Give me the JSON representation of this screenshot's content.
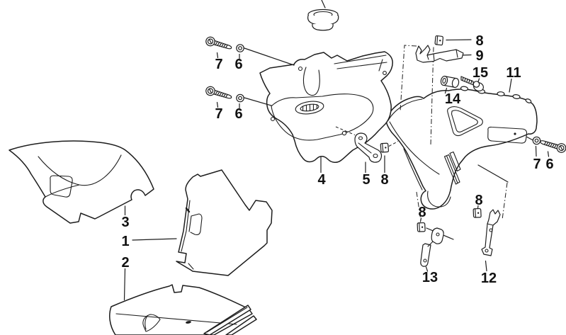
{
  "diagram": {
    "type": "exploded-parts-diagram",
    "colors": {
      "background": "#ffffff",
      "line": "#1d1d1d",
      "text": "#111111"
    },
    "callouts": [
      {
        "id": "screw-upper-left",
        "label": "7"
      },
      {
        "id": "washer-upper-left",
        "label": "6"
      },
      {
        "id": "screw-lower-left",
        "label": "7"
      },
      {
        "id": "washer-lower-left",
        "label": "6"
      },
      {
        "id": "center-heat-shield",
        "label": "4"
      },
      {
        "id": "small-bracket",
        "label": "5"
      },
      {
        "id": "clip-center",
        "label": "8"
      },
      {
        "id": "clip-nut-top",
        "label": "8"
      },
      {
        "id": "top-bracket",
        "label": "9"
      },
      {
        "id": "screw-with-washer",
        "label": "15"
      },
      {
        "id": "right-side-panel",
        "label": "11"
      },
      {
        "id": "bushing",
        "label": "14"
      },
      {
        "id": "upper-left-panel",
        "label": "3"
      },
      {
        "id": "insulation-sheet",
        "label": "1"
      },
      {
        "id": "floor-tray",
        "label": "2"
      },
      {
        "id": "clip-bracket-13",
        "label": "8"
      },
      {
        "id": "bracket-13",
        "label": "13"
      },
      {
        "id": "clip-bracket-12",
        "label": "8"
      },
      {
        "id": "bracket-12",
        "label": "12"
      },
      {
        "id": "washer-right",
        "label": "7"
      },
      {
        "id": "screw-right",
        "label": "6"
      }
    ]
  }
}
